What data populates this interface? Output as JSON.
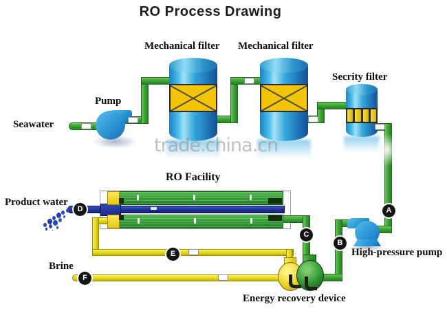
{
  "title": "RO Process Drawing",
  "watermark": "trade.china.cn",
  "labels": {
    "seawater": "Seawater",
    "pump": "Pump",
    "mechanical_filter_1": "Mechanical filter",
    "mechanical_filter_2": "Mechanical filter",
    "security_filter": "Secrity filter",
    "ro_facility": "RO Facility",
    "product_water": "Product water",
    "brine": "Brine",
    "high_pressure_pump": "High-pressure pump",
    "energy_recovery_device": "Energy recovery device"
  },
  "markers": [
    {
      "id": "A"
    },
    {
      "id": "B"
    },
    {
      "id": "C"
    },
    {
      "id": "D"
    },
    {
      "id": "E"
    },
    {
      "id": "F"
    }
  ],
  "colors": {
    "pipe_green": "#39a02f",
    "pipe_yellow": "#e4d513",
    "product_pipe_blue": "#202f96",
    "tank_blue": "#35a8dc",
    "filter_box_yellow": "#f3c403",
    "erd_yellow": "#ecd22c",
    "erd_green": "#2f9431",
    "marker_background": "#151515",
    "watermark_gray": "#8f8f8f"
  }
}
